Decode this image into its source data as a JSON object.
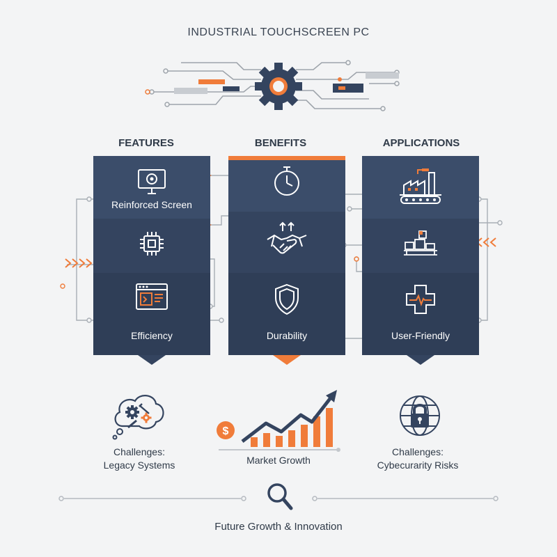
{
  "title": "INDUSTRIAL TOUCHSCREEN PC",
  "columns": [
    {
      "heading": "FEATURES",
      "items": [
        {
          "icon": "monitor-icon",
          "label": "Reinforced Screen"
        },
        {
          "icon": "chip-icon",
          "label": ""
        },
        {
          "icon": "code-window-icon",
          "label": "Efficiency"
        }
      ]
    },
    {
      "heading": "BENEFITS",
      "items": [
        {
          "icon": "stopwatch-icon",
          "label": ""
        },
        {
          "icon": "handshake-icon",
          "label": ""
        },
        {
          "icon": "shield-icon",
          "label": "Durability"
        }
      ]
    },
    {
      "heading": "APPLICATIONS",
      "items": [
        {
          "icon": "factory-icon",
          "label": ""
        },
        {
          "icon": "warehouse-boxes-icon",
          "label": ""
        },
        {
          "icon": "medical-cross-icon",
          "label": "User-Friendly"
        }
      ]
    }
  ],
  "bottom": {
    "left": {
      "icon": "gears-thought-icon",
      "line1": "Challenges:",
      "line2": "Legacy Systems"
    },
    "center": {
      "icon": "growth-chart-icon",
      "label": "Market Growth",
      "currency_symbol": "$"
    },
    "right": {
      "icon": "globe-lock-icon",
      "line1": "Challenges:",
      "line2": "Cybecurarity Risks"
    }
  },
  "footer": {
    "icon": "magnifier-icon",
    "label": "Future Growth & Innovation"
  },
  "colors": {
    "navy": "#34445f",
    "orange": "#f07c3a",
    "gray": "#c3c7cc",
    "background": "#f3f4f5"
  }
}
